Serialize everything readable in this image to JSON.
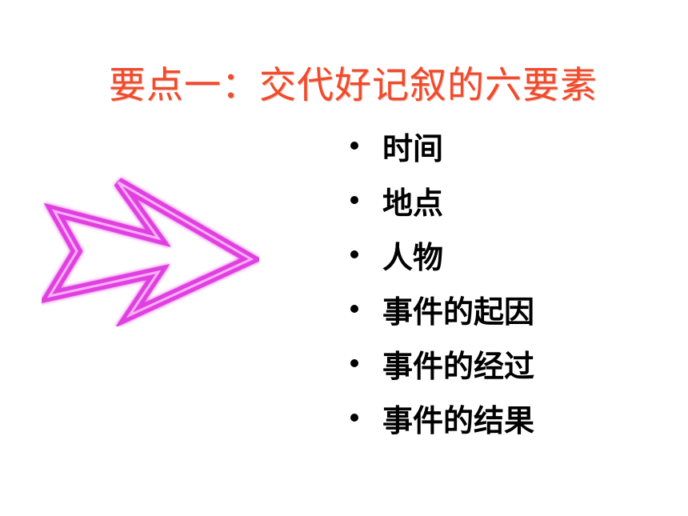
{
  "slide": {
    "title": "要点一：交代好记叙的六要素",
    "title_color": "#f24a2a",
    "arrow_color": "#e040e0",
    "arrow_icon": "outline-double-arrow-right",
    "bullets": [
      "时间",
      "地点",
      "人物",
      "事件的起因",
      "事件的经过",
      "事件的结果"
    ]
  }
}
